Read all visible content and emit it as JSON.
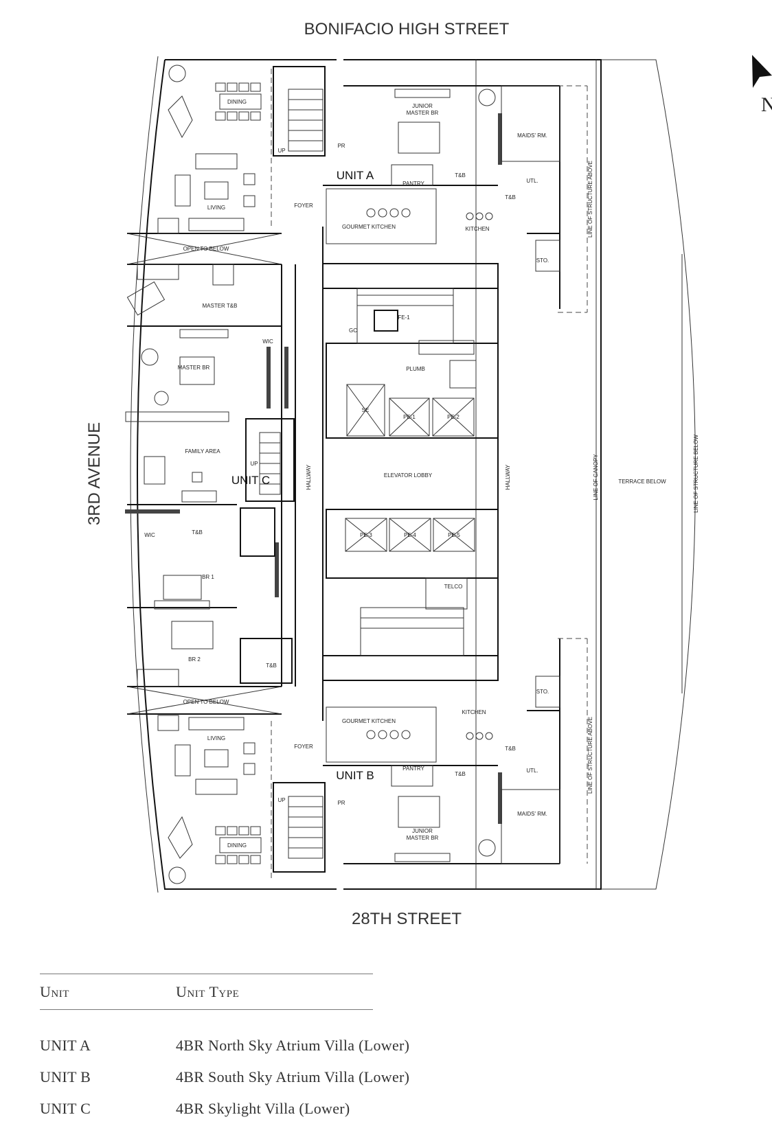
{
  "streets": {
    "north": "BONIFACIO HIGH STREET",
    "south": "28TH STREET",
    "west": "3RD AVENUE"
  },
  "compass": {
    "letter": "N"
  },
  "units": {
    "a": "UNIT A",
    "b": "UNIT B",
    "c": "UNIT C"
  },
  "rooms": {
    "dining": "DINING",
    "living": "LIVING",
    "foyer": "FOYER",
    "junior_master_br_1": "JUNIOR",
    "junior_master_br_2": "MASTER BR",
    "maids_rm": "MAIDS' RM.",
    "pantry": "PANTRY",
    "tb": "T&B",
    "utl": "UTL.",
    "gourmet_kitchen": "GOURMET KITCHEN",
    "kitchen": "KITCHEN",
    "sto": "STO.",
    "pr": "PR",
    "up": "UP",
    "master_tb": "MASTER T&B",
    "wic": "WIC",
    "master_br": "MASTER BR",
    "family_area": "FAMILY AREA",
    "br1": "BR 1",
    "br2": "BR 2",
    "hallway": "HALLWAY",
    "elevator_lobby": "ELEVATOR LOBBY",
    "plumb": "PLUMB",
    "telco": "TELCO",
    "fe1": "FE-1",
    "pe1": "PE-1",
    "pe2": "PE-2",
    "pe3": "PE-3",
    "pe4": "PE-4",
    "pe5": "PE-5",
    "se": "SE",
    "gc": "GC",
    "terrace_below": "TERRACE BELOW",
    "line_of_canopy": "LINE OF CANOPY",
    "line_structure_above": "LINE OF STRUCTURE ABOVE",
    "line_structure_below": "LINE OF STRUCTURE BELOW",
    "open_to_below": "OPEN TO BELOW"
  },
  "legend": {
    "headers": {
      "unit": "Unit",
      "type": "Unit Type"
    },
    "rows": [
      {
        "unit": "UNIT A",
        "type": "4BR North Sky Atrium Villa (Lower)"
      },
      {
        "unit": "UNIT B",
        "type": "4BR South Sky Atrium Villa (Lower)"
      },
      {
        "unit": "UNIT C",
        "type": "4BR Skylight Villa (Lower)"
      }
    ]
  }
}
